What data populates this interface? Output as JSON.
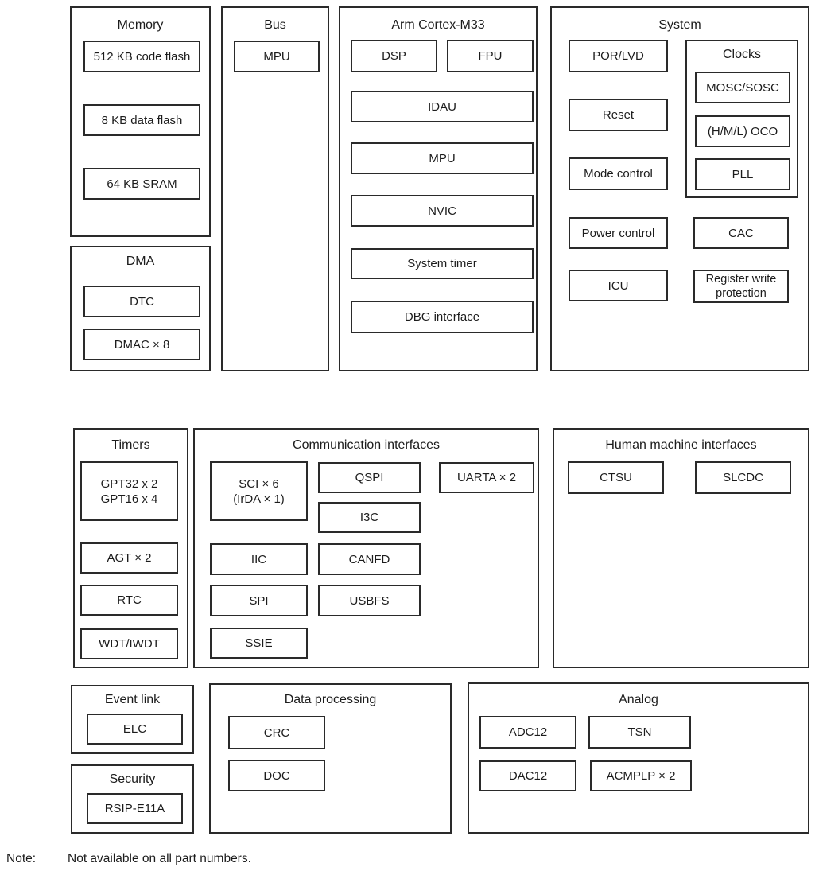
{
  "diagram": {
    "note_label": "Note:",
    "note_text": "Not available on all part numbers.",
    "colors": {
      "background": "#ffffff",
      "border": "#2a2a2a",
      "text": "#1c1c1c"
    },
    "groups": {
      "memory": {
        "title": "Memory",
        "boxes": {
          "code_flash": "512 KB code flash",
          "data_flash": "8 KB data flash",
          "sram": "64 KB SRAM"
        }
      },
      "dma": {
        "title": "DMA",
        "boxes": {
          "dtc": "DTC",
          "dmac": "DMAC × 8"
        }
      },
      "bus": {
        "title": "Bus",
        "boxes": {
          "mpu": "MPU"
        }
      },
      "cortex": {
        "title": "Arm Cortex-M33",
        "boxes": {
          "dsp": "DSP",
          "fpu": "FPU",
          "idau": "IDAU",
          "mpu": "MPU",
          "nvic": "NVIC",
          "system_timer": "System timer",
          "dbg_interface": "DBG interface"
        }
      },
      "system": {
        "title": "System",
        "boxes": {
          "por_lvd": "POR/LVD",
          "reset": "Reset",
          "mode_control": "Mode control",
          "power_control": "Power control",
          "icu": "ICU",
          "cac": "CAC",
          "register_write_protection": "Register write\nprotection"
        },
        "clocks": {
          "title": "Clocks",
          "boxes": {
            "mosc_sosc": "MOSC/SOSC",
            "hml_oco": "(H/M/L) OCO",
            "pll": "PLL"
          }
        }
      },
      "timers": {
        "title": "Timers",
        "boxes": {
          "gpt": "GPT32 x 2\nGPT16 x 4",
          "agt": "AGT × 2",
          "rtc": "RTC",
          "wdt_iwdt": "WDT/IWDT"
        }
      },
      "comm": {
        "title": "Communication interfaces",
        "boxes": {
          "sci": "SCI × 6\n(IrDA × 1)",
          "qspi": "QSPI",
          "uarta": "UARTA × 2",
          "i3c": "I3C",
          "iic": "IIC",
          "canfd": "CANFD",
          "spi": "SPI",
          "usbfs": "USBFS",
          "ssie": "SSIE"
        }
      },
      "hmi": {
        "title": "Human machine interfaces",
        "boxes": {
          "ctsu": "CTSU",
          "slcdc": "SLCDC"
        }
      },
      "event_link": {
        "title": "Event link",
        "boxes": {
          "elc": "ELC"
        }
      },
      "security": {
        "title": "Security",
        "boxes": {
          "rsip": "RSIP-E11A"
        }
      },
      "data_processing": {
        "title": "Data processing",
        "boxes": {
          "crc": "CRC",
          "doc": "DOC"
        }
      },
      "analog": {
        "title": "Analog",
        "boxes": {
          "adc12": "ADC12",
          "tsn": "TSN",
          "dac12": "DAC12",
          "acmplp": "ACMPLP × 2"
        }
      }
    }
  }
}
